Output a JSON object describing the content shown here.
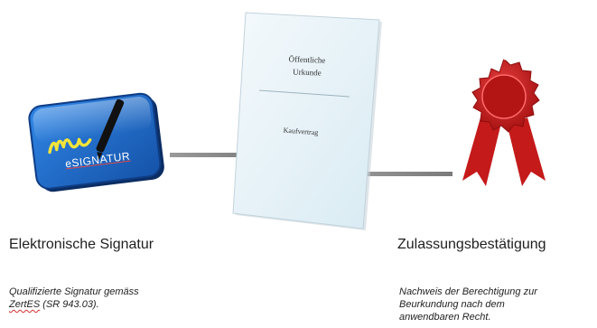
{
  "esignatur": {
    "label": "eSIGNATUR"
  },
  "document": {
    "title_line1": "Öffentliche",
    "title_line2": "Urkunde",
    "subtitle": "Kaufvertrag"
  },
  "seal": {
    "symbol": "@"
  },
  "left_panel": {
    "heading": "Elektronische Signatur",
    "desc_line1": "Qualifizierte Signatur gemäss",
    "desc_line2_word": "ZertES",
    "desc_line2_rest": " (SR 943.03)."
  },
  "right_panel": {
    "heading": "Zulassungsbestätigung",
    "desc_line1": "Nachweis der Berechtigung zur",
    "desc_line2": "Beurkundung nach dem",
    "desc_line3": "anwendbaren Recht."
  },
  "colors": {
    "tile_blue": "#1f6fd0",
    "seal_red": "#cc1f1f",
    "arrow_gray": "#8a8a8a",
    "document_tint": "#e6f1f7"
  },
  "icons": {
    "signature": "signature-pen-icon",
    "seal": "at-seal-icon"
  }
}
